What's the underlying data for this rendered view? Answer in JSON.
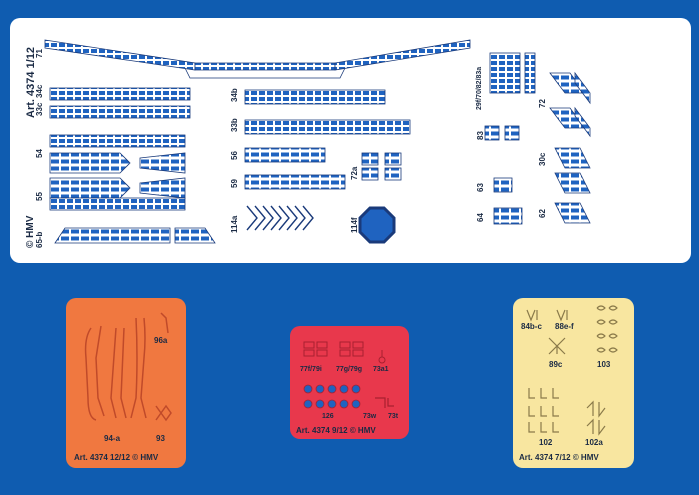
{
  "main_fret": {
    "title": "Art. 4374 1/12",
    "copyright": "© HMV",
    "part_labels": {
      "p71": "71",
      "p34c": "34c",
      "p33c": "33c",
      "p34b": "34b",
      "p33b": "33b",
      "p54": "54",
      "p56": "56",
      "p59": "59",
      "p55": "55",
      "p65b": "65-b",
      "p114a": "114a",
      "p114f": "114f",
      "p72a": "72a",
      "p29f": "29f/70/82/83a",
      "p83": "83",
      "p63": "63",
      "p64": "64",
      "p72": "72",
      "p30c": "30c",
      "p62": "62"
    }
  },
  "orange_fret": {
    "title": "Art. 4374 12/12 © HMV",
    "labels": {
      "p96a": "96a",
      "p94a": "94-a",
      "p93": "93"
    },
    "color": "#f07840"
  },
  "red_fret": {
    "title": "Art. 4374 9/12 © HMV",
    "labels": {
      "p77f": "77f/79i",
      "p77g": "77g/79g",
      "p73a1": "73a1",
      "p126": "126",
      "p73w": "73w",
      "p73t": "73t"
    },
    "color": "#e8384c"
  },
  "yellow_fret": {
    "title": "Art. 4374 7/12 © HMV",
    "labels": {
      "p84bc": "84b-c",
      "p88ef": "88e-f",
      "p89c": "89c",
      "p103": "103",
      "p102": "102",
      "p102a": "102a"
    },
    "color": "#f8e6a0"
  }
}
